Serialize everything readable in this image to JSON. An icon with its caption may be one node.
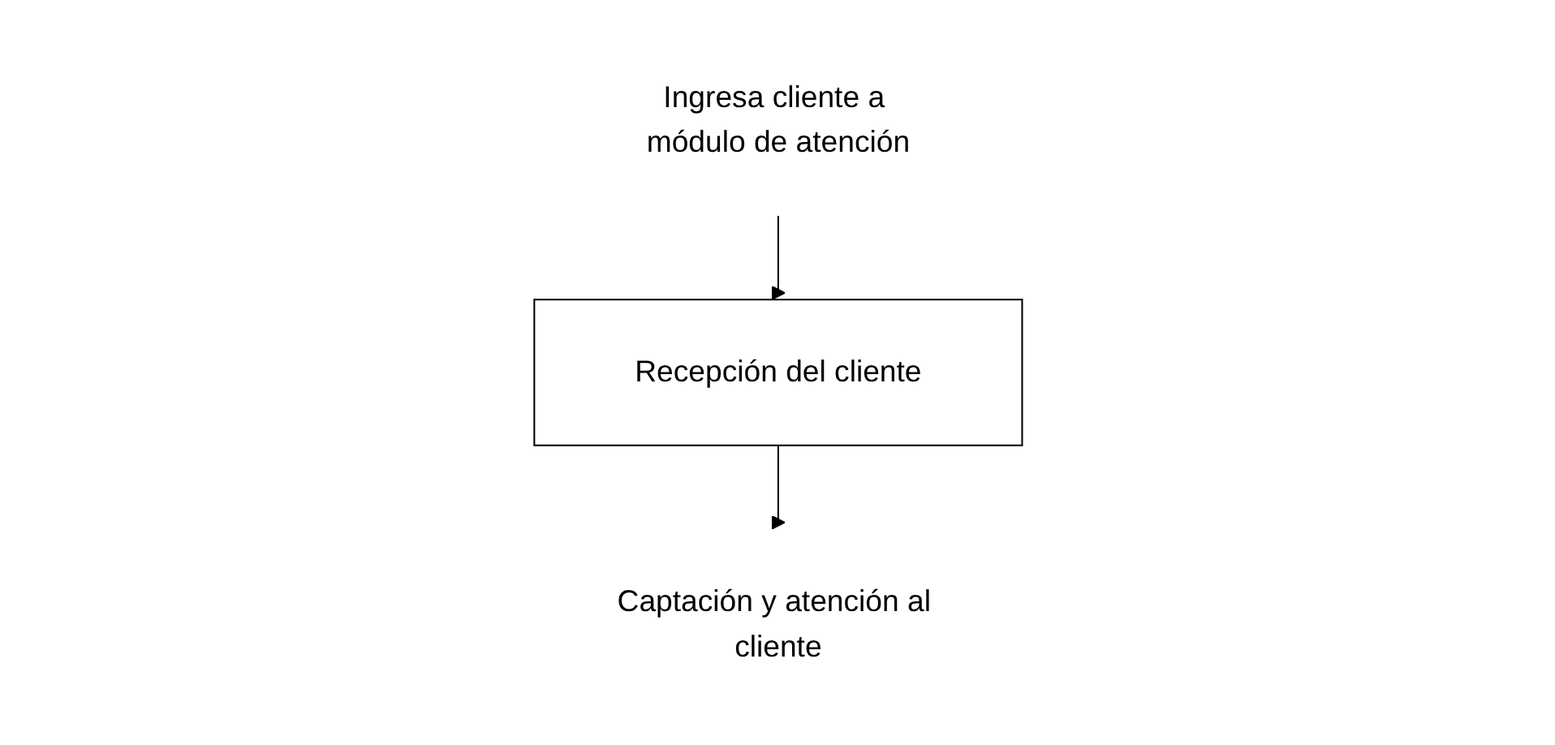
{
  "diagram": {
    "nodes": [
      {
        "text": [
          "Ingresa cliente a módulo de atención"
        ]
      },
      {
        "text": [
          "Recepción del cliente"
        ]
      },
      {
        "text": [
          "Captación y atención al cliente"
        ]
      }
    ],
    "edges": [
      {
        "from": 0,
        "to": 1,
        "arrow": "to"
      },
      {
        "from": 1,
        "to": 2,
        "arrow": "to"
      }
    ]
  }
}
